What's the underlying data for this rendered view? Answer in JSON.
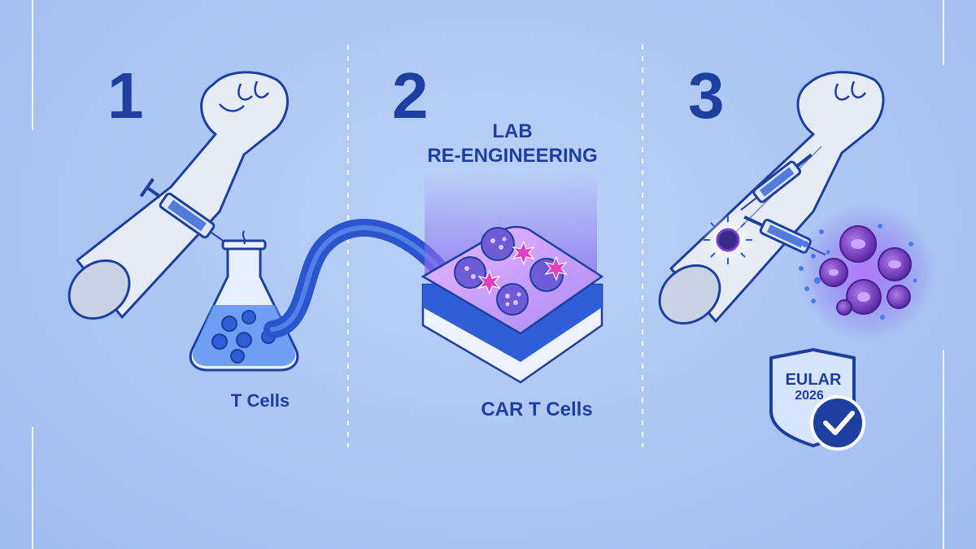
{
  "steps": [
    {
      "number": "1",
      "caption": "T Cells"
    },
    {
      "number": "2",
      "title_line1": "LAB",
      "title_line2": "RE-ENGINEERING",
      "caption": "CAR T Cells"
    },
    {
      "number": "3",
      "badge_line1": "EULAR",
      "badge_line2": "2026"
    }
  ],
  "icons": [
    "arm-icon",
    "syringe-icon",
    "flask-icon",
    "tube-icon",
    "petri-dish-icon",
    "cell-icon",
    "checkmark-icon",
    "shield-badge-icon"
  ],
  "colors": {
    "background": "#a9c5f3",
    "primary": "#1d3fa0",
    "accent_blue": "#2f5fd6",
    "accent_purple": "#7b3fd0",
    "accent_magenta": "#e040c0",
    "skin": "#e6ecf5"
  }
}
